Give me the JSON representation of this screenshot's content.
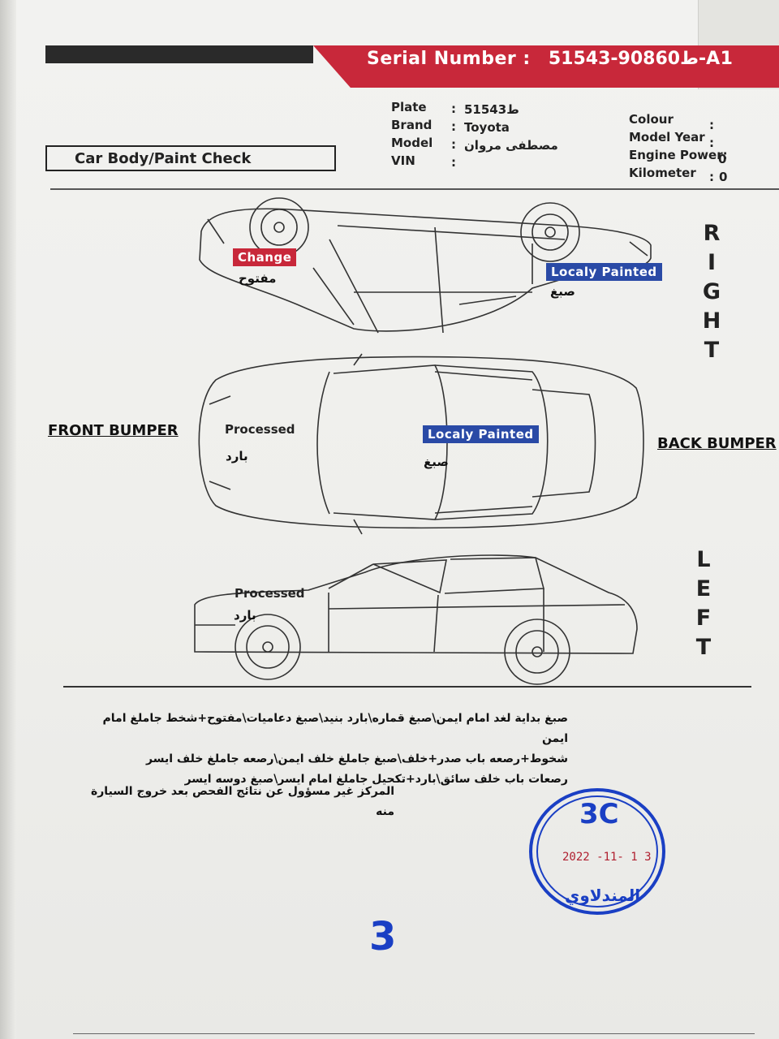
{
  "header": {
    "serial_label": "Serial Number :",
    "serial_value": "ط90860-51543-A1"
  },
  "vehicle": {
    "plate_label": "Plate",
    "plate_value": "ط51543",
    "brand_label": "Brand",
    "brand_value": "Toyota",
    "model_label": "Model",
    "model_value": "مصطفى مروان",
    "vin_label": "VIN",
    "vin_value": "",
    "colour_label": "Colour",
    "colour_value": "",
    "model_year_label": "Model Year",
    "model_year_value": "",
    "engine_power_label": "Engine Power:",
    "engine_power_value": "0",
    "kilometer_label": "Kilometer",
    "kilometer_value": "0",
    "separator": ":"
  },
  "section_title": "Car Body/Paint Check",
  "sides": {
    "right": [
      "R",
      "I",
      "G",
      "H",
      "T"
    ],
    "left": [
      "L",
      "E",
      "F",
      "T"
    ],
    "front_bumper": "FRONT BUMPER",
    "back_bumper": "BACK BUMPER"
  },
  "marks": {
    "right_change_badge": "Change",
    "right_change_ar": "مفتوح",
    "right_painted_badge": "Localy Painted",
    "right_painted_ar": "صبغ",
    "top_processed": "Processed",
    "top_processed_ar": "بارد",
    "top_painted_badge": "Localy Painted",
    "top_painted_ar": "صبغ",
    "left_processed": "Processed",
    "left_processed_ar": "بارد"
  },
  "notes": {
    "line1": "صبغ بداية لغد امام ايمن\\صبغ قماره\\بارد بنيد\\صبغ دعاميات\\مفتوح+شخط جاملغ امام ايمن",
    "line2": "شخوط+رصعه باب صدر+خلف\\صبغ جاملغ خلف ايمن\\رصعه جاملغ خلف ايسر",
    "line3": "رصعات باب خلف سائق\\بارد+تكحيل جاملغ امام ايسر\\صبغ دوسه ايسر",
    "disclaimer": "المركز غير مسؤول عن نتائج الفحص بعد خروج السيارة منه"
  },
  "stamp": {
    "code": "3C",
    "date": "2022 -11- 1 3",
    "name": "المندلاوي",
    "color": "#1a3fc4"
  },
  "page_number": "3",
  "colors": {
    "accent_red": "#c8283a",
    "badge_blue": "#2a4aa6",
    "stamp_blue": "#1a3fc4"
  }
}
